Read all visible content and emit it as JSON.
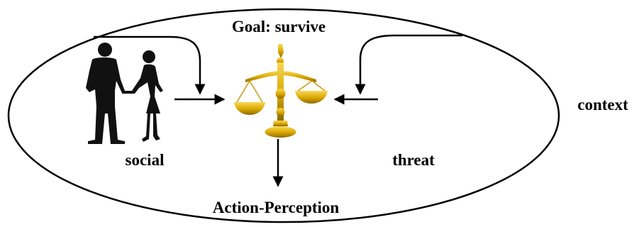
{
  "labels": {
    "goal": "Goal: survive",
    "social": "social",
    "threat": "threat",
    "action": "Action-Perception",
    "context": "context"
  },
  "colors": {
    "line": "#000000",
    "gold": "#d9a600",
    "gold_light": "#f3cc3a",
    "gold_dark": "#9c7600",
    "silhouette": "#111111"
  },
  "icons": {
    "couple": "couple-silhouette-icon",
    "scale": "balance-scale-icon"
  }
}
